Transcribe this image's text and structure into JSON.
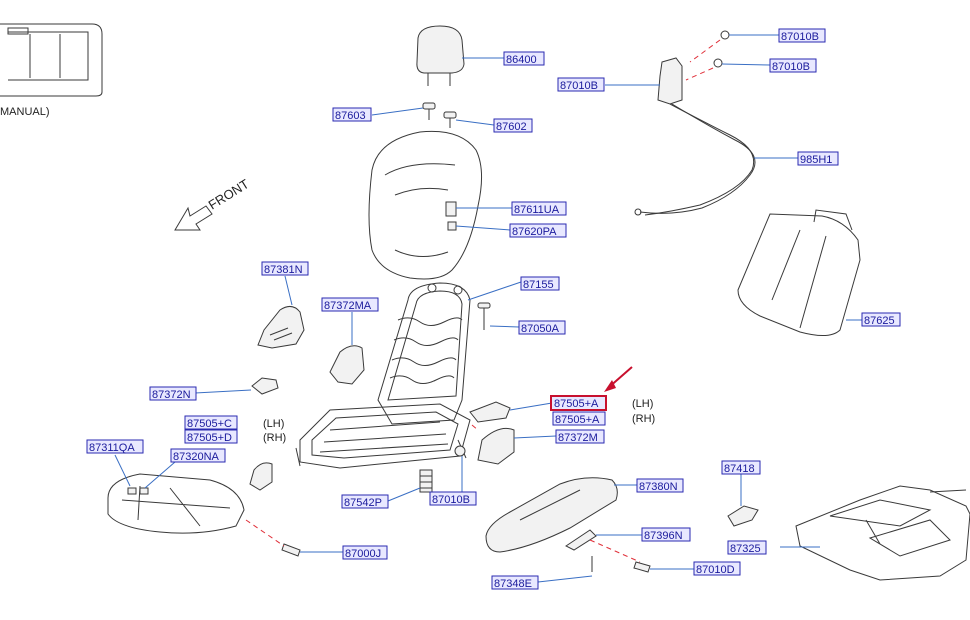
{
  "view_note": "MANUAL)",
  "direction_label": "FRONT",
  "side_labels": {
    "lh": "(LH)",
    "rh": "(RH)"
  },
  "highlight_color": "#c8102e",
  "labels": {
    "p86400": "86400",
    "p87010B_a": "87010B",
    "p87010B_b": "87010B",
    "p87010B_c": "87010B",
    "p87603": "87603",
    "p87602": "87602",
    "p985H1": "985H1",
    "p87611UA": "87611UA",
    "p87620PA": "87620PA",
    "p87381N": "87381N",
    "p87155": "87155",
    "p87372MA": "87372MA",
    "p87050A": "87050A",
    "p87625": "87625",
    "p87372N": "87372N",
    "p87505A_lh": "87505+A",
    "p87505A_rh": "87505+A",
    "p87505C": "87505+C",
    "p87505D": "87505+D",
    "p87372M": "87372M",
    "p87311QA": "87311QA",
    "p87320NA": "87320NA",
    "p87380N": "87380N",
    "p87418": "87418",
    "p87542P": "87542P",
    "p87010B_d": "87010B",
    "p87396N": "87396N",
    "p87325": "87325",
    "p87000J": "87000J",
    "p87010D": "87010D",
    "p87348E": "87348E"
  }
}
